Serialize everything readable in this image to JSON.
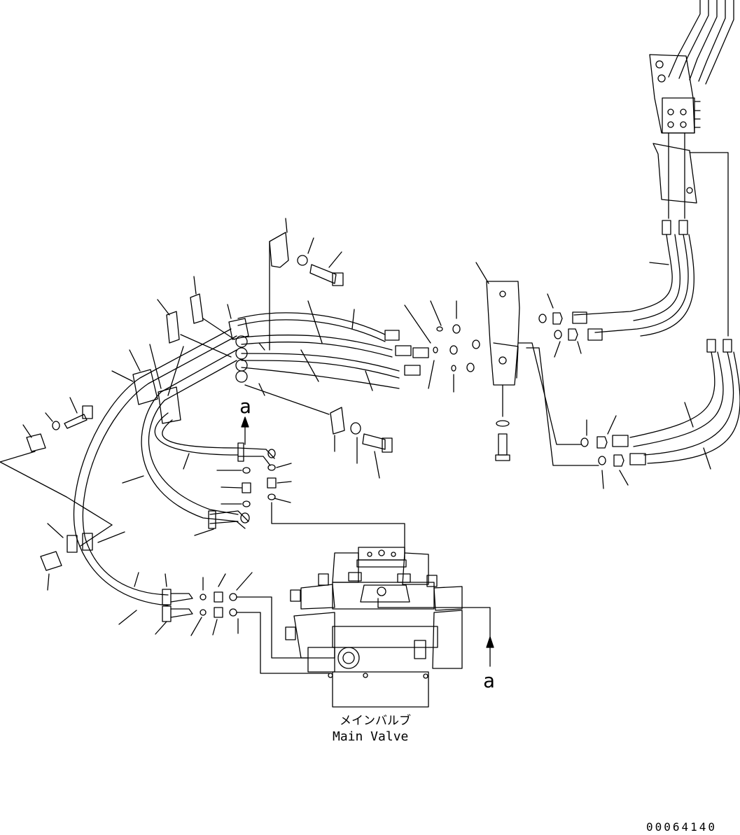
{
  "labels": {
    "view_marker_top": "a",
    "view_marker_bottom": "a",
    "component_name_jp": "メインバルブ",
    "component_name_en": "Main Valve",
    "drawing_number": "00064140"
  },
  "colors": {
    "line": "#000000",
    "background": "#ffffff"
  }
}
